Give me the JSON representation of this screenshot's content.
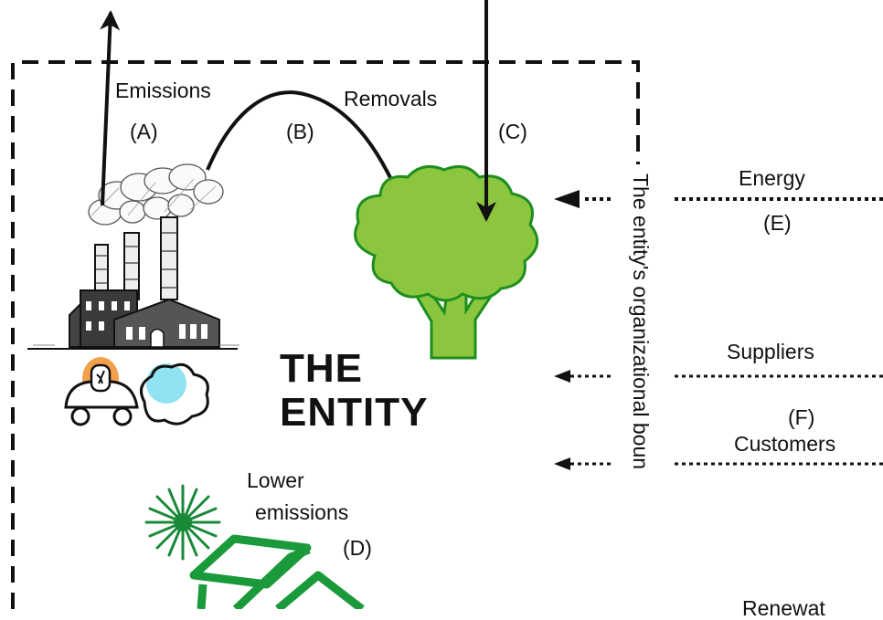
{
  "labels": {
    "emissions": "Emissions",
    "removals": "Removals",
    "a": "(A)",
    "b": "(B)",
    "c": "(C)",
    "d": "(D)",
    "e": "(E)",
    "f": "(F)",
    "energy": "Energy",
    "suppliers": "Suppliers",
    "customers": "Customers",
    "lower_emissions_line1": "Lower",
    "lower_emissions_line2": "emissions",
    "entity_line1": "THE",
    "entity_line2": "ENTITY",
    "boundary": "The entity's organizational boun",
    "cut_text": "Renewat"
  },
  "colors": {
    "tree_fill": "#8cc63f",
    "tree_outline": "#1e8e1e",
    "star": "#1a8a3a",
    "box": "#1a9a3a",
    "car_head": "#f2a14a",
    "cloud_blue": "#8fe3f2"
  }
}
